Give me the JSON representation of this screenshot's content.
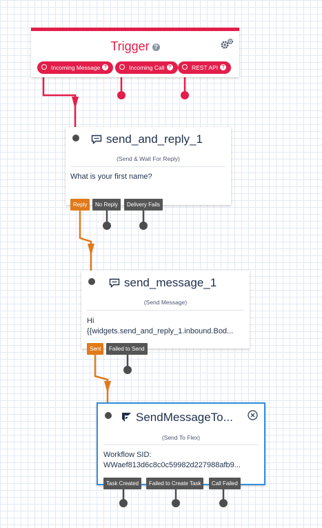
{
  "trigger": {
    "title": "Trigger",
    "help_glyph": "?",
    "outputs": [
      {
        "label": "Incoming Message"
      },
      {
        "label": "Incoming Call"
      },
      {
        "label": "REST API"
      }
    ]
  },
  "widgets": [
    {
      "name": "send_and_reply_1",
      "type": "(Send & Wait For Reply)",
      "body_lines": [
        "What is your first name?"
      ],
      "transitions": [
        "Reply",
        "No Reply",
        "Delivery Fails"
      ]
    },
    {
      "name": "send_message_1",
      "type": "(Send Message)",
      "body_lines": [
        "Hi",
        "{{widgets.send_and_reply_1.inbound.Bod..."
      ],
      "transitions": [
        "Sent",
        "Failed to Send"
      ]
    },
    {
      "name": "SendMessageTo...",
      "type": "(Send To Flex)",
      "body_lines": [
        "Workflow SID:",
        "WWaef813d6c8c0c59982d227988afb9..."
      ],
      "transitions": [
        "Task Created",
        "Failed to Create Task",
        "Call Failed"
      ]
    }
  ],
  "colors": {
    "trigger_red": "#e31e4a",
    "connected_orange": "#e07a1a",
    "unconnected_gray": "#555555",
    "selected_blue": "#2f8fdf"
  },
  "icons": [
    "gear-icon",
    "chat-icon",
    "flex-icon",
    "close-icon",
    "help-icon"
  ]
}
